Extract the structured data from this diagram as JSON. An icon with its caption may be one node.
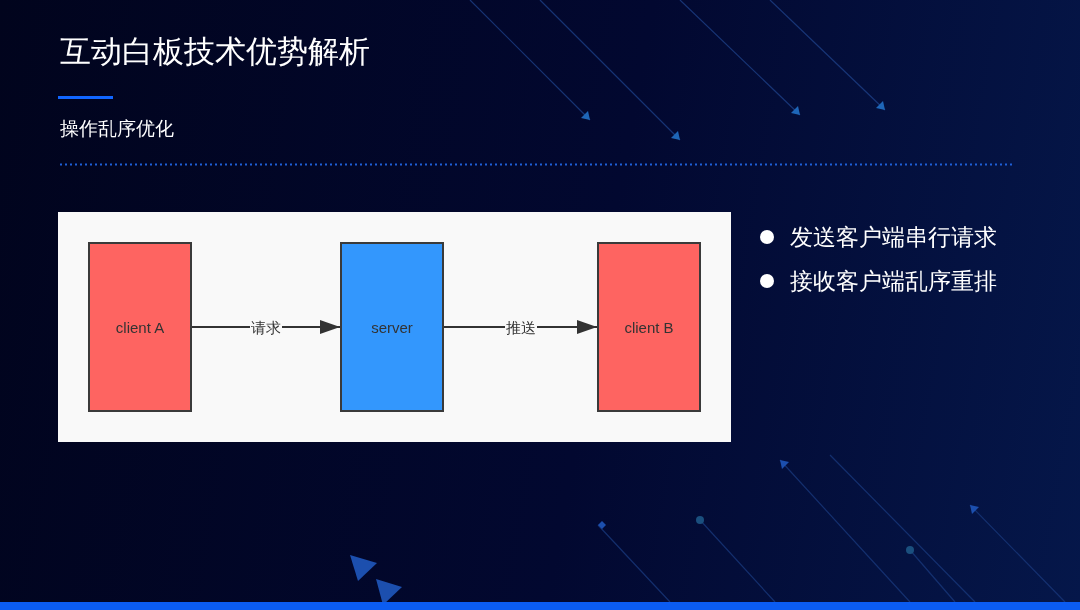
{
  "diagram": {
    "title": "互动白板技术优势解析",
    "nodes": [
      {
        "text": [
          "client A"
        ]
      },
      {
        "text": [
          "server"
        ]
      },
      {
        "text": [
          "client B"
        ]
      }
    ],
    "edges": [
      {
        "from": 0,
        "to": 1,
        "arrow": "to",
        "label": "请求"
      },
      {
        "from": 1,
        "to": 2,
        "arrow": "to",
        "label": "推送"
      }
    ],
    "labels": [
      "操作乱序优化",
      "发送客户端串行请求",
      "接收客户端乱序重排"
    ]
  }
}
